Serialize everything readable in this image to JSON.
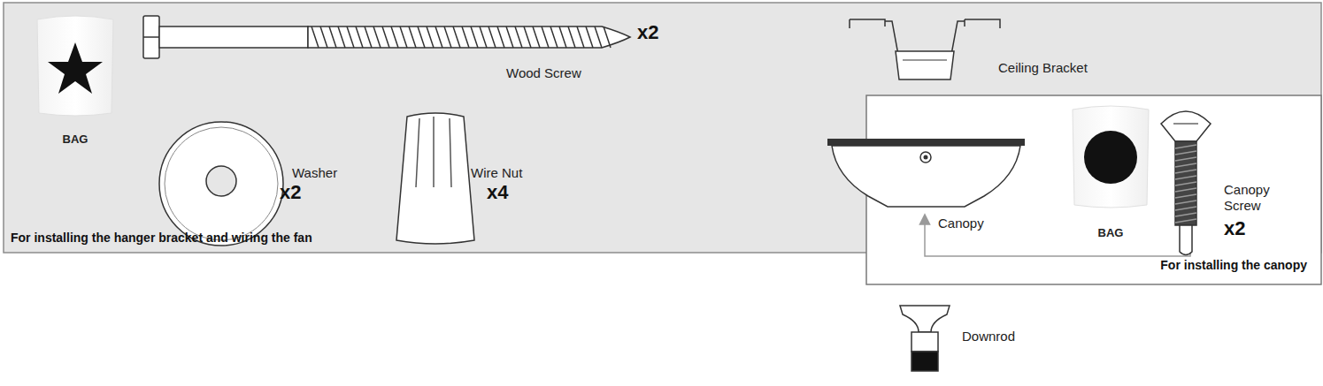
{
  "diagram": {
    "nodes": [
      {
        "text": [
          "For installing the hanger bracket and wiring the fan"
        ]
      },
      {
        "text": [
          "For installing the canopy"
        ]
      }
    ],
    "labels": [
      "BAG",
      "Wood Screw",
      "x2",
      "Washer",
      "x2",
      "Wire Nut",
      "x4",
      "Ceiling Bracket",
      "Canopy",
      "BAG",
      "Canopy Screw",
      "x2",
      "Downrod"
    ]
  }
}
